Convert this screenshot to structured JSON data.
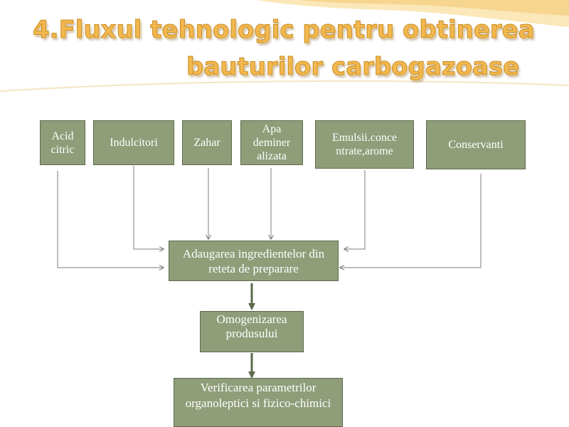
{
  "title": {
    "line1": "4.Fluxul tehnologic pentru obtinerea",
    "line2": "bauturilor  carbogazoase"
  },
  "inputs": {
    "acid": "Acid citric",
    "indulcitori": "Indulcitori",
    "zahar": "Zahar",
    "apa": "Apa deminer alizata",
    "emulsii": "Emulsii.conce ntrate,arome",
    "conservanti": "Conservanti"
  },
  "steps": {
    "adaugarea": "Adaugarea ingredientelor din reteta de preparare",
    "omogenizarea": "Omogenizarea produsului",
    "verificarea": "Verificarea parametrilor organoleptici si fizico-chimici"
  },
  "colors": {
    "box_fill": "#8f9d79",
    "box_border": "#5c6a4c",
    "title": "#f2b84f",
    "connector": "#7d7d7d"
  }
}
